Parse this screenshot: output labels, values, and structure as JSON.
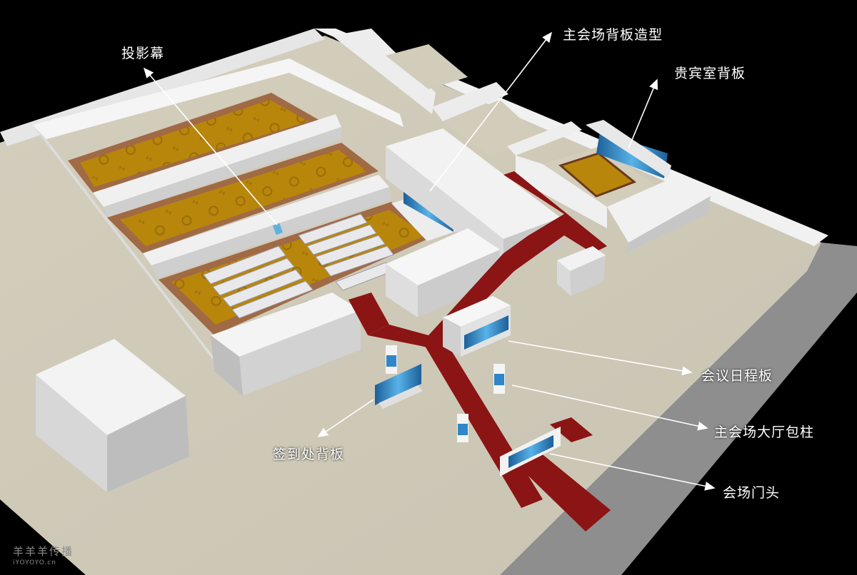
{
  "callouts": [
    {
      "id": "projection-screen",
      "label": "投影幕"
    },
    {
      "id": "main-hall-backdrop",
      "label": "主会场背板造型"
    },
    {
      "id": "vip-room-backdrop",
      "label": "贵宾室背板"
    },
    {
      "id": "agenda-board",
      "label": "会议日程板"
    },
    {
      "id": "main-hall-pillar-wrap",
      "label": "主会场大厅包柱"
    },
    {
      "id": "venue-entrance-sign",
      "label": "会场门头"
    },
    {
      "id": "signin-backdrop",
      "label": "签到处背板"
    }
  ],
  "watermark": {
    "title": "羊羊羊传播",
    "subtitle": "iYOYOYO.cn"
  },
  "colors": {
    "background": "#000000",
    "floor": "#d8d2c2",
    "wall": "#ececec",
    "carpet_gold": "#b8860b",
    "carpet_border": "#8a4a28",
    "red_carpet": "#8b1414",
    "screen_blue": "#2f86c8"
  }
}
